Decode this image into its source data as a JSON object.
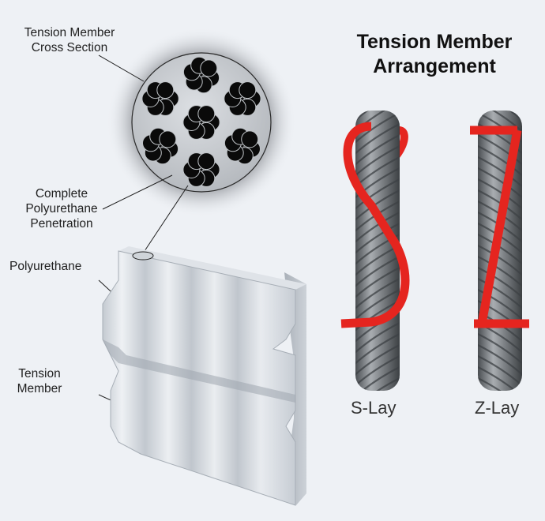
{
  "title": [
    "Tension Member",
    "Arrangement"
  ],
  "labels": {
    "cross_section": [
      "Tension Member",
      "Cross Section"
    ],
    "penetration": [
      "Complete",
      "Polyurethane",
      "Penetration"
    ],
    "polyurethane": "Polyurethane",
    "tension_member": [
      "Tension",
      "Member"
    ]
  },
  "lay_types": {
    "s_lay": "S-Lay",
    "z_lay": "Z-Lay"
  },
  "colors": {
    "background": "#eef1f5",
    "wire": "#0a0a0a",
    "accent_red": "#e5251f",
    "cable": "#6f7377",
    "belt": "#c9cfd6"
  }
}
